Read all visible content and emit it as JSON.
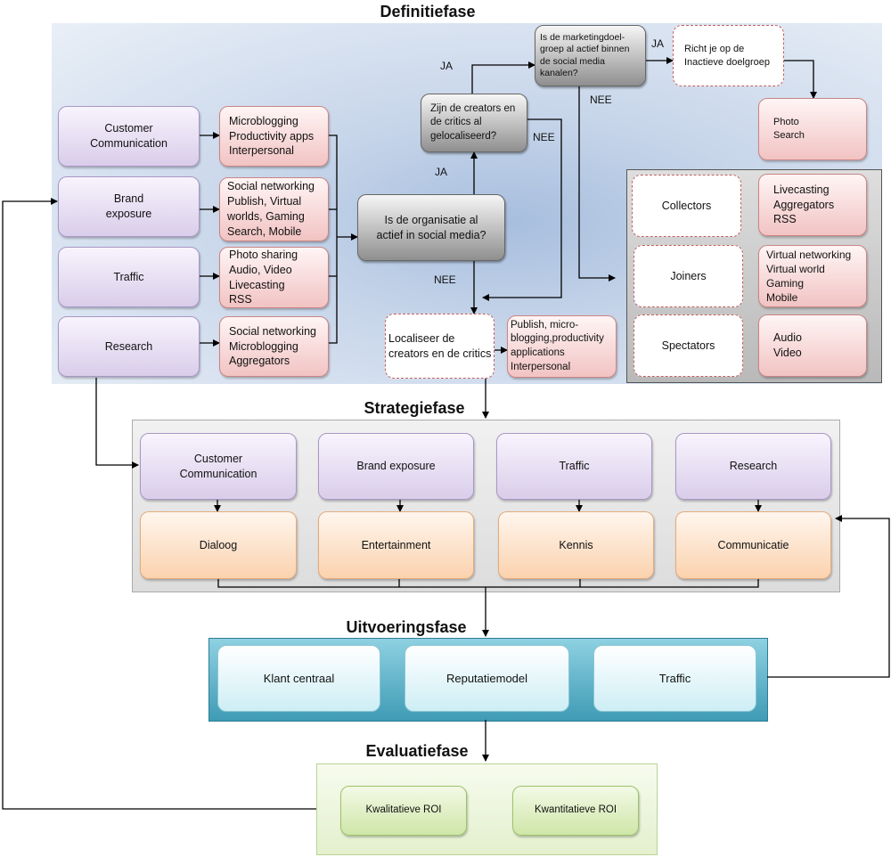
{
  "phases": {
    "definitie": "Definitiefase",
    "strategie": "Strategiefase",
    "uitvoering": "Uitvoeringsfase",
    "evaluatie": "Evaluatiefase"
  },
  "definitie": {
    "goals": [
      "Customer\nCommunication",
      "Brand\nexposure",
      "Traffic",
      "Research"
    ],
    "tools": [
      "Microblogging\nProductivity apps\nInterpersonal",
      "Social networking\nPublish, Virtual\nworlds, Gaming\nSearch, Mobile",
      "Photo sharing\nAudio, Video\nLivecasting\nRSS",
      "Social networking\nMicroblogging\nAggregators"
    ],
    "q_active": "Is de organisatie al\nactief in social media?",
    "q_creators": "Zijn de creators en\nde critics al\ngelocaliseerd?",
    "q_marketing": "Is de marketingdoel-\ngroep al actief binnen\nde social media\nkanalen?",
    "inactive": "Richt je op de\nInactieve doelgroep",
    "photo_search": "Photo\nSearch",
    "localiseer": "Localiseer de\ncreators en de critics",
    "publish": "Publish, micro-\nblogging,productivity\napplications\nInterpersonal",
    "audience": [
      "Collectors",
      "Joiners",
      "Spectators"
    ],
    "audience_tools": [
      "Livecasting\nAggregators\nRSS",
      "Virtual networking\nVirtual world\nGaming\nMobile",
      "Audio\nVideo"
    ],
    "labels": {
      "ja": "JA",
      "nee": "NEE"
    }
  },
  "strategie": {
    "goals": [
      "Customer\nCommunication",
      "Brand exposure",
      "Traffic",
      "Research"
    ],
    "outcomes": [
      "Dialoog",
      "Entertainment",
      "Kennis",
      "Communicatie"
    ]
  },
  "uitvoering": {
    "items": [
      "Klant centraal",
      "Reputatiemodel",
      "Traffic"
    ]
  },
  "evaluatie": {
    "items": [
      "Kwalitatieve ROI",
      "Kwantitatieve ROI"
    ]
  }
}
